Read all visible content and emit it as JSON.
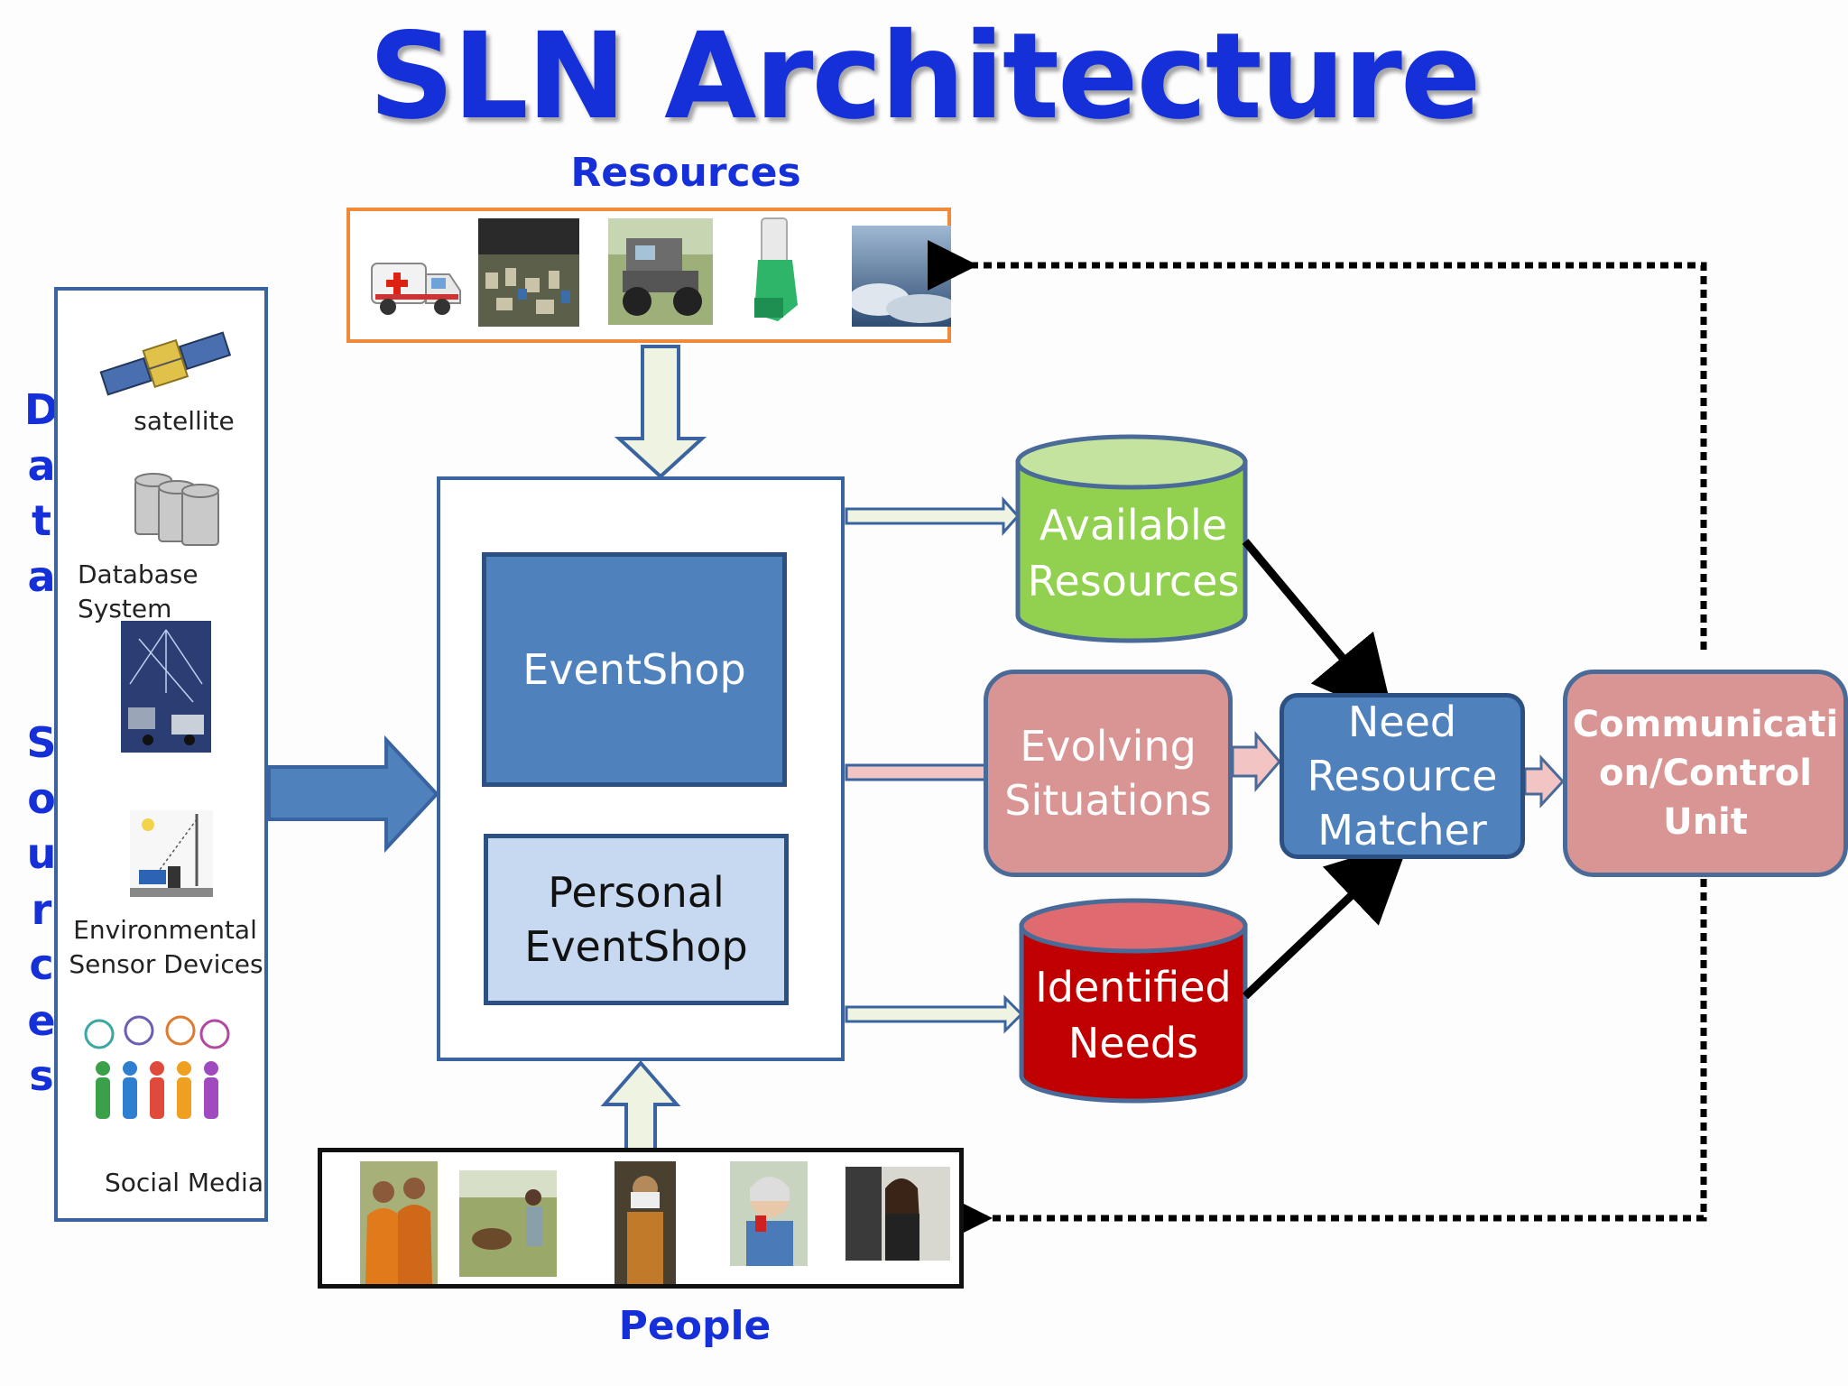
{
  "title": "SLN Architecture",
  "resources": {
    "heading": "Resources",
    "items": [
      "ambulance",
      "shelter",
      "truck",
      "inhaler",
      "sky"
    ]
  },
  "people": {
    "heading": "People",
    "items": [
      "monks",
      "farmer",
      "elder",
      "woman-phone",
      "businesswoman"
    ]
  },
  "data_sources": {
    "vertical_label": [
      "D",
      "a",
      "t",
      "a",
      "",
      "S",
      "o",
      "u",
      "r",
      "c",
      "e",
      "s"
    ],
    "items": [
      {
        "icon": "satellite-icon",
        "label": "satellite"
      },
      {
        "icon": "database-icon",
        "label": "Database System"
      },
      {
        "icon": "network-city-icon",
        "label": ""
      },
      {
        "icon": "street-sensor-icon",
        "label_line1": "Environmental",
        "label_line2": "Sensor Devices"
      },
      {
        "icon": "social-people-icon",
        "label": "Social  Media"
      }
    ]
  },
  "eventshop": {
    "main": "EventShop",
    "personal_line1": "Personal",
    "personal_line2": "EventShop"
  },
  "nodes": {
    "available_line1": "Available",
    "available_line2": "Resources",
    "evolving_line1": "Evolving",
    "evolving_line2": "Situations",
    "needs_line1": "Identified",
    "needs_line2": "Needs",
    "matcher_line1": "Need",
    "matcher_line2": "Resource",
    "matcher_line3": "Matcher",
    "comm_line1": "Communicati",
    "comm_line2": "on/Control",
    "comm_line3": "Unit"
  },
  "colors": {
    "title": "#1530d8",
    "eventshop": "#4f81bd",
    "personal": "#c6d9f1",
    "available": "#92d050",
    "evolving": "#d99594",
    "needs": "#c00000",
    "resources_border": "#ef8a3a"
  }
}
